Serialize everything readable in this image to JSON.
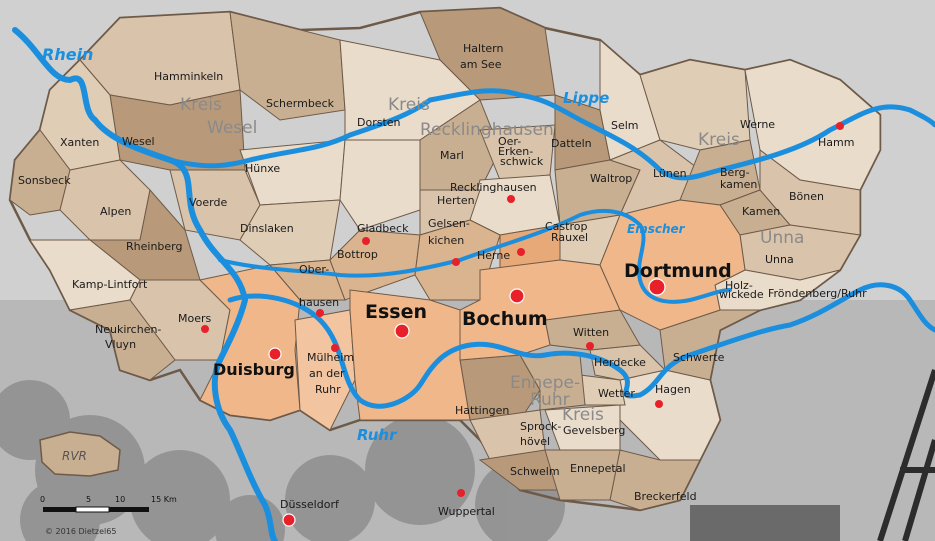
{
  "colors": {
    "background": "#bdbdbd",
    "sky": "#d9d9d9",
    "river": "#1b8fde",
    "city_dot": "#e8202a",
    "kreis_fill": "#d8c2a8",
    "kreis_fill_alt": "#c8ad90",
    "kreis_fill_light": "#e9dccb",
    "urban_fill": "#f0b88a",
    "border": "#6e5a48"
  },
  "rivers": [
    "Rhein",
    "Lippe",
    "Emscher",
    "Ruhr"
  ],
  "districts": [
    "Kreis",
    "Wesel",
    "Kreis",
    "Recklinghausen",
    "Kreis",
    "Unna",
    "Ennepe-",
    "Ruhr",
    "Kreis"
  ],
  "major_cities": [
    "Dortmund",
    "Essen",
    "Bochum",
    "Duisburg"
  ],
  "municipalities": [
    "Hamminkeln",
    "Schermbeck",
    "Haltern",
    "am See",
    "Dorsten",
    "Xanten",
    "Wesel",
    "Hünxe",
    "Sonsbeck",
    "Alpen",
    "Voerde",
    "Rheinberg",
    "Dinslaken",
    "Kamp-Lintfort",
    "Moers",
    "Neukirchen-",
    "Vluyn",
    "Ober-",
    "hausen",
    "Bottrop",
    "Gladbeck",
    "Gelsen-",
    "kichen",
    "Marl",
    "Oer-",
    "Erken-",
    "schwick",
    "Datteln",
    "Recklinghausen",
    "Herten",
    "Herne",
    "Castrop",
    "Rauxel",
    "Waltrop",
    "Selm",
    "Lünen",
    "Werne",
    "Berg-",
    "kamen",
    "Hamm",
    "Bönen",
    "Kamen",
    "Unna",
    "Holz-",
    "wickede",
    "Fröndenberg/Ruhr",
    "Mülheim",
    "an der",
    "Ruhr",
    "Witten",
    "Herdecke",
    "Schwerte",
    "Hagen",
    "Wetter",
    "Hattingen",
    "Sprock-",
    "hövel",
    "Gevelsberg",
    "Schwelm",
    "Ennepetal",
    "Breckerfeld"
  ],
  "outside_cities": [
    "Düsseldorf",
    "Wuppertal"
  ],
  "inset_label": "RVR",
  "scale": {
    "ticks": [
      "0",
      "5",
      "10",
      "15 Km"
    ]
  },
  "credit": "© 2016 Dietzel65"
}
